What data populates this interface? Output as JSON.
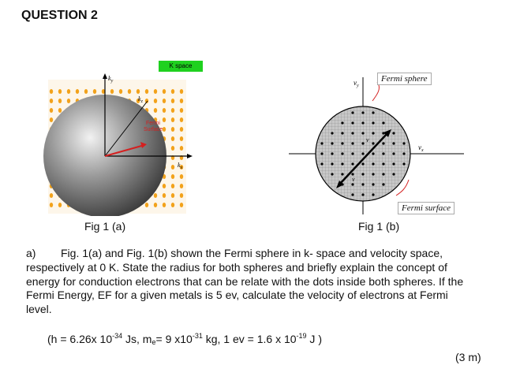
{
  "question": {
    "title": "QUESTION 2"
  },
  "figure_a": {
    "caption": "Fig 1 (a)",
    "kspace_label": "K space",
    "sphere_label_line1": "Fermi",
    "sphere_label_line2": "Surface",
    "axis_ky": "k",
    "axis_ky_sub": "y",
    "axis_kx": "k",
    "axis_kx_sub": "x",
    "axis_kz": "k",
    "axis_kz_sub": "z"
  },
  "figure_b": {
    "caption": "Fig 1 (b)",
    "fermi_sphere_label": "Fermi sphere",
    "fermi_surface_label": "Fermi surface",
    "axis_vy": "v",
    "axis_vy_sub": "y",
    "axis_vx": "v",
    "axis_vx_sub": "x",
    "vector_label": "v",
    "vector_label2": "v"
  },
  "part_a": {
    "label": "a)",
    "text": "Fig. 1(a) and Fig. 1(b) shown the Fermi sphere in k- space and velocity space, respectively at 0 K. State the radius for both spheres and briefly explain the concept of energy for conduction electrons that can be relate with the dots inside both spheres. If the Fermi Energy, EF for a given metals is 5 ev, calculate the velocity of electrons at Fermi level."
  },
  "constants": {
    "open": "(h = 6.26x 10",
    "h_exp": "-34",
    "h_unit": " Js, m",
    "me_sub": "e",
    "me_eq": "=  9 x10",
    "me_exp": "-31",
    "me_unit": " kg,  1 ev = 1.6 x 10",
    "ev_exp": "-19",
    "close": " J )"
  },
  "marks": "(3 m)",
  "colors": {
    "dot_orange": "#f2a21b",
    "kspace_green": "#1fd11f",
    "arrow_red": "#d42020",
    "grid_gray": "#9a9a9a"
  }
}
